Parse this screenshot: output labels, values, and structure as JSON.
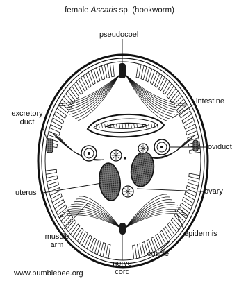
{
  "title": {
    "before": "female ",
    "genus": "Ascaris",
    "after": " sp. (hookworm)"
  },
  "labels": {
    "pseudocoel": "pseudocoel",
    "excretory_duct_1": "excretory",
    "excretory_duct_2": "duct",
    "intestine": "intestine",
    "oviduct": "oviduct",
    "uterus": "uterus",
    "ovary": "ovary",
    "muscle_arm_1": "muscle",
    "muscle_arm_2": "arm",
    "epidermis": "epidermis",
    "cuticle": "cuticle",
    "nerve_cord_1": "nerve",
    "nerve_cord_2": "cord"
  },
  "source": "www.bumblebee.org",
  "colors": {
    "ink": "#111111",
    "background": "#ffffff",
    "stipple": "#3a3a3a"
  }
}
